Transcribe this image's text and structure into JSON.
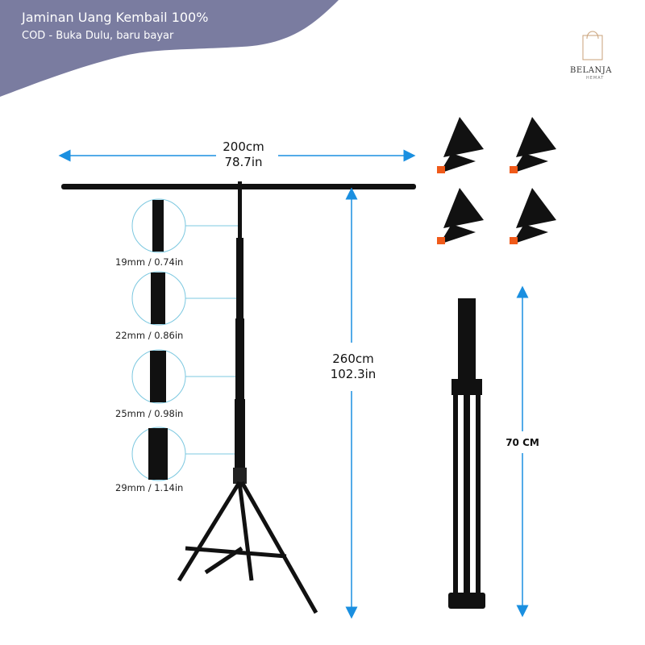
{
  "banner": {
    "title": "Jaminan Uang Kembail 100%",
    "subtitle": "COD - Buka Dulu, baru bayar",
    "color": "#7a7ca0"
  },
  "brand": {
    "name": "BELANJA",
    "tagline": "HEMAT",
    "icon": "shopping-bag-icon",
    "color": "#c9a27a"
  },
  "dimensions": {
    "width_cm": "200cm",
    "width_in": "78.7in",
    "height_cm": "260cm",
    "height_in": "102.3in",
    "folded": "70 CM",
    "arrow_color": "#1a8fe0"
  },
  "tube_diameters": [
    "19mm / 0.74in",
    "22mm / 0.86in",
    "25mm / 0.98in",
    "29mm / 1.14in"
  ]
}
